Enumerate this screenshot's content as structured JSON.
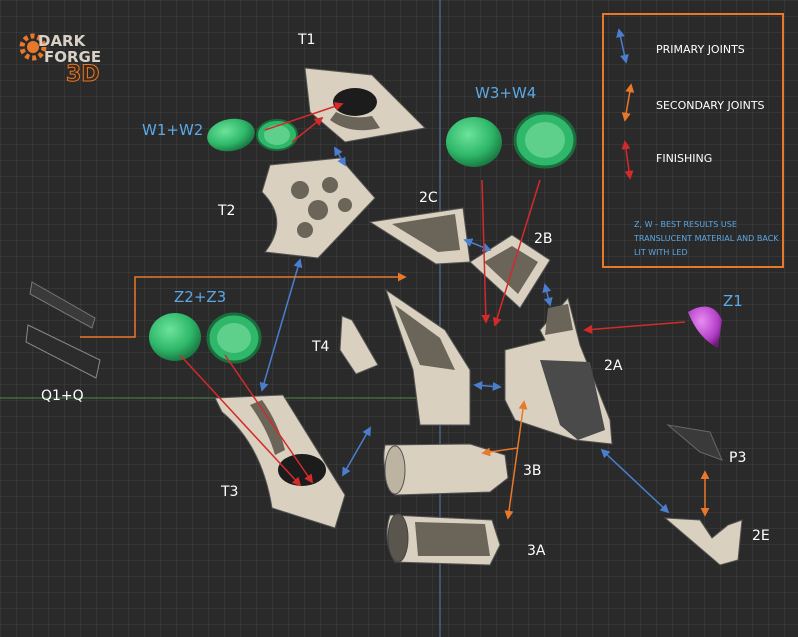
{
  "logo": {
    "line1": "DARK",
    "line2": "FORGE",
    "line3": "3D"
  },
  "labels": {
    "t1": "T1",
    "t2": "T2",
    "t3": "T3",
    "t4": "T4",
    "w1w2": "W1+W2",
    "w3w4": "W3+W4",
    "z2z3": "Z2+Z3",
    "z1": "Z1",
    "c2": "2C",
    "b2": "2B",
    "a2": "2A",
    "e2": "2E",
    "b3": "3B",
    "a3": "3A",
    "p3": "P3",
    "q1q": "Q1+Q"
  },
  "legend": {
    "primary": "PRIMARY JOINTS",
    "secondary": "SECONDARY JOINTS",
    "finishing": "FINISHING",
    "note": "Z, W - BEST RESULTS USE TRANSLUCENT MATERIAL AND BACK LIT WITH LED"
  },
  "colors": {
    "primary_arrow": "#4a7fd0",
    "secondary_arrow": "#e8782a",
    "finishing_arrow": "#d42a2a",
    "part_fill": "#d9d0bf",
    "lens_green": "#2fb86a",
    "lens_purple": "#b23ec6",
    "label_blue": "#5aa8e6",
    "legend_border": "#e8782a"
  }
}
